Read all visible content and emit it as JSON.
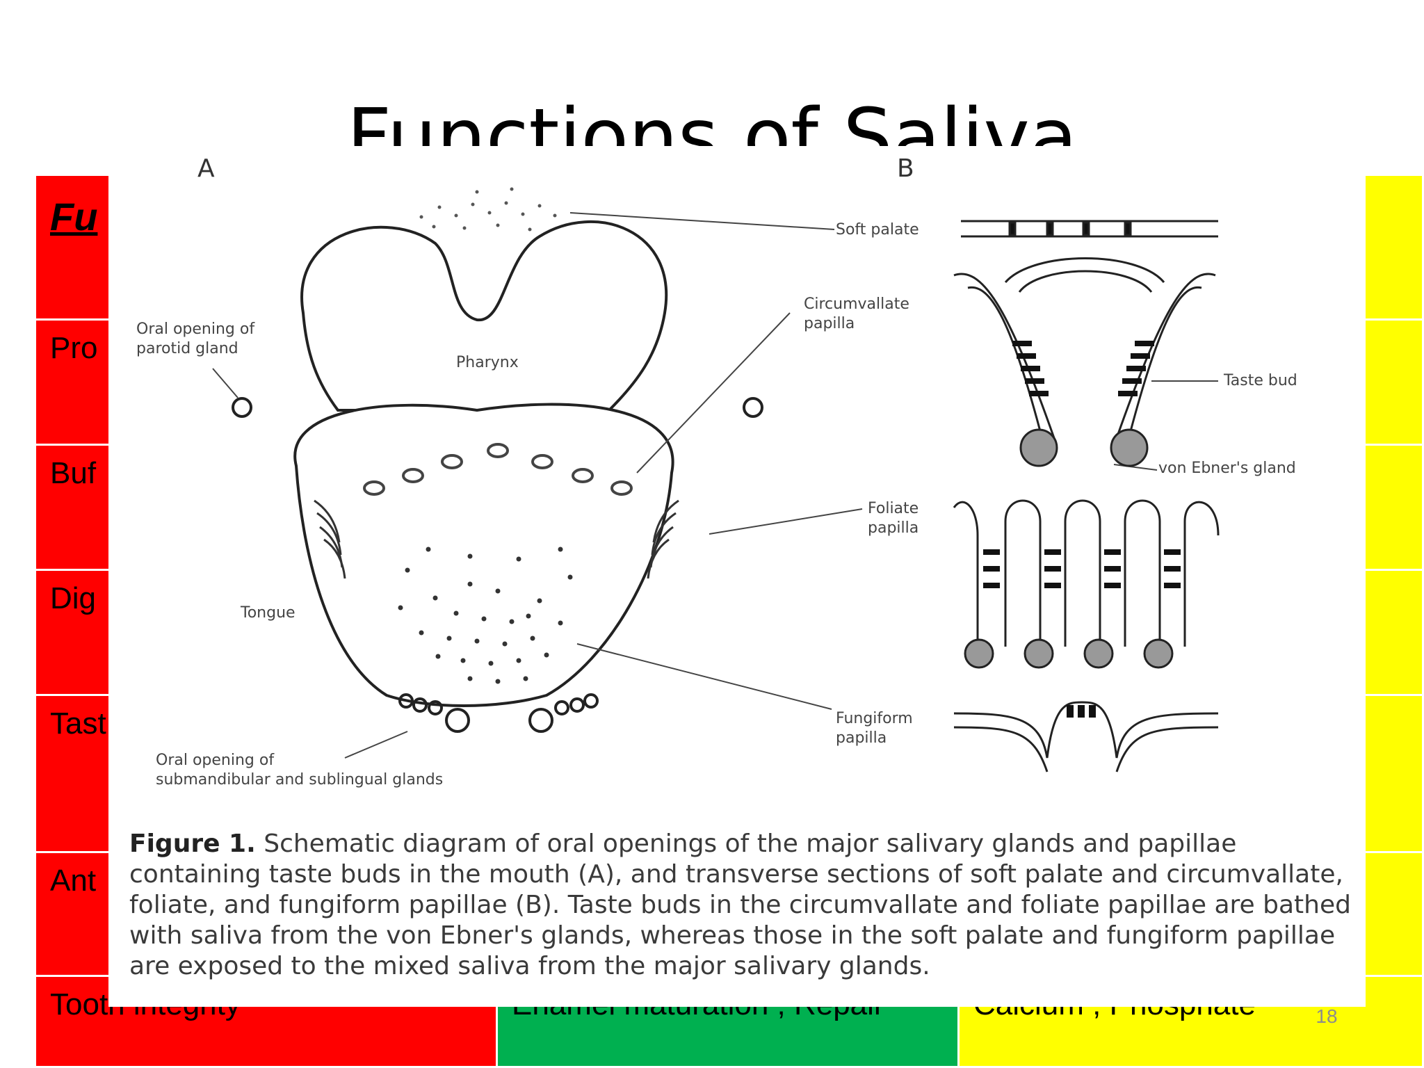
{
  "slide": {
    "title": "Functions of Saliva",
    "slide_number": "18",
    "table": {
      "header": [
        "Fu",
        "",
        ""
      ],
      "rows": [
        [
          "Pro",
          "",
          ""
        ],
        [
          "Buf",
          "",
          ""
        ],
        [
          "Dig",
          "",
          ""
        ],
        [
          "Tast",
          "",
          ""
        ],
        [
          "Ant",
          "",
          ""
        ],
        [
          "Tooth integrity",
          "Enamel maturation ; Repair",
          "Calcium ; Phosphate"
        ]
      ],
      "colors": {
        "col1": "#ff0000",
        "col2": "#00b050",
        "col3": "#ffff00"
      }
    }
  },
  "figure": {
    "panel_a_label": "A",
    "panel_b_label": "B",
    "labels": {
      "soft_palate": "Soft palate",
      "circumvallate": [
        "Circumvallate",
        "papilla"
      ],
      "taste_bud": "Taste bud",
      "von_ebner": "von Ebner's gland",
      "foliate": [
        "Foliate",
        "papilla"
      ],
      "fungiform": [
        "Fungiform",
        "papilla"
      ],
      "parotid": [
        "Oral opening of",
        "parotid gland"
      ],
      "pharynx": "Pharynx",
      "tongue": "Tongue",
      "submandibular": [
        "Oral opening of",
        "submandibular and sublingual glands"
      ]
    },
    "caption_label": "Figure 1.",
    "caption_text": "Schematic diagram of oral openings of the major salivary glands and papillae containing taste buds in the mouth (A), and transverse sections of soft palate and circumvallate, foliate, and fungiform papillae (B). Taste buds in the circumvallate and foliate papillae are bathed with saliva from the von Ebner's glands, whereas those in the soft palate and fungiform papillae are exposed to the mixed saliva from the major salivary glands."
  }
}
